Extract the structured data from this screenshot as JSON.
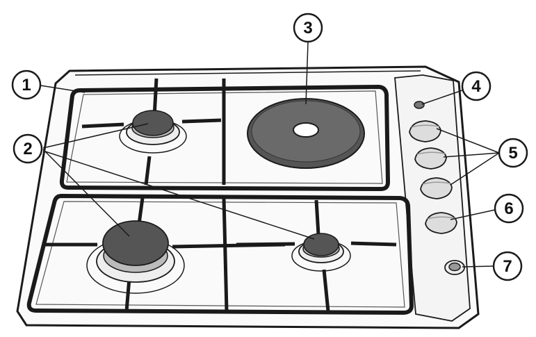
{
  "caption": "",
  "callouts": [
    {
      "id": "1",
      "label": "1"
    },
    {
      "id": "2",
      "label": "2"
    },
    {
      "id": "3",
      "label": "3"
    },
    {
      "id": "4",
      "label": "4"
    },
    {
      "id": "5",
      "label": "5"
    },
    {
      "id": "6",
      "label": "6"
    },
    {
      "id": "7",
      "label": "7"
    }
  ],
  "colors": {
    "outline": "#1a1a1a",
    "panel_fill": "#f7f7f7",
    "burner_cap": "#555555",
    "hotplate": "#666666",
    "knob": "#dddddd"
  }
}
